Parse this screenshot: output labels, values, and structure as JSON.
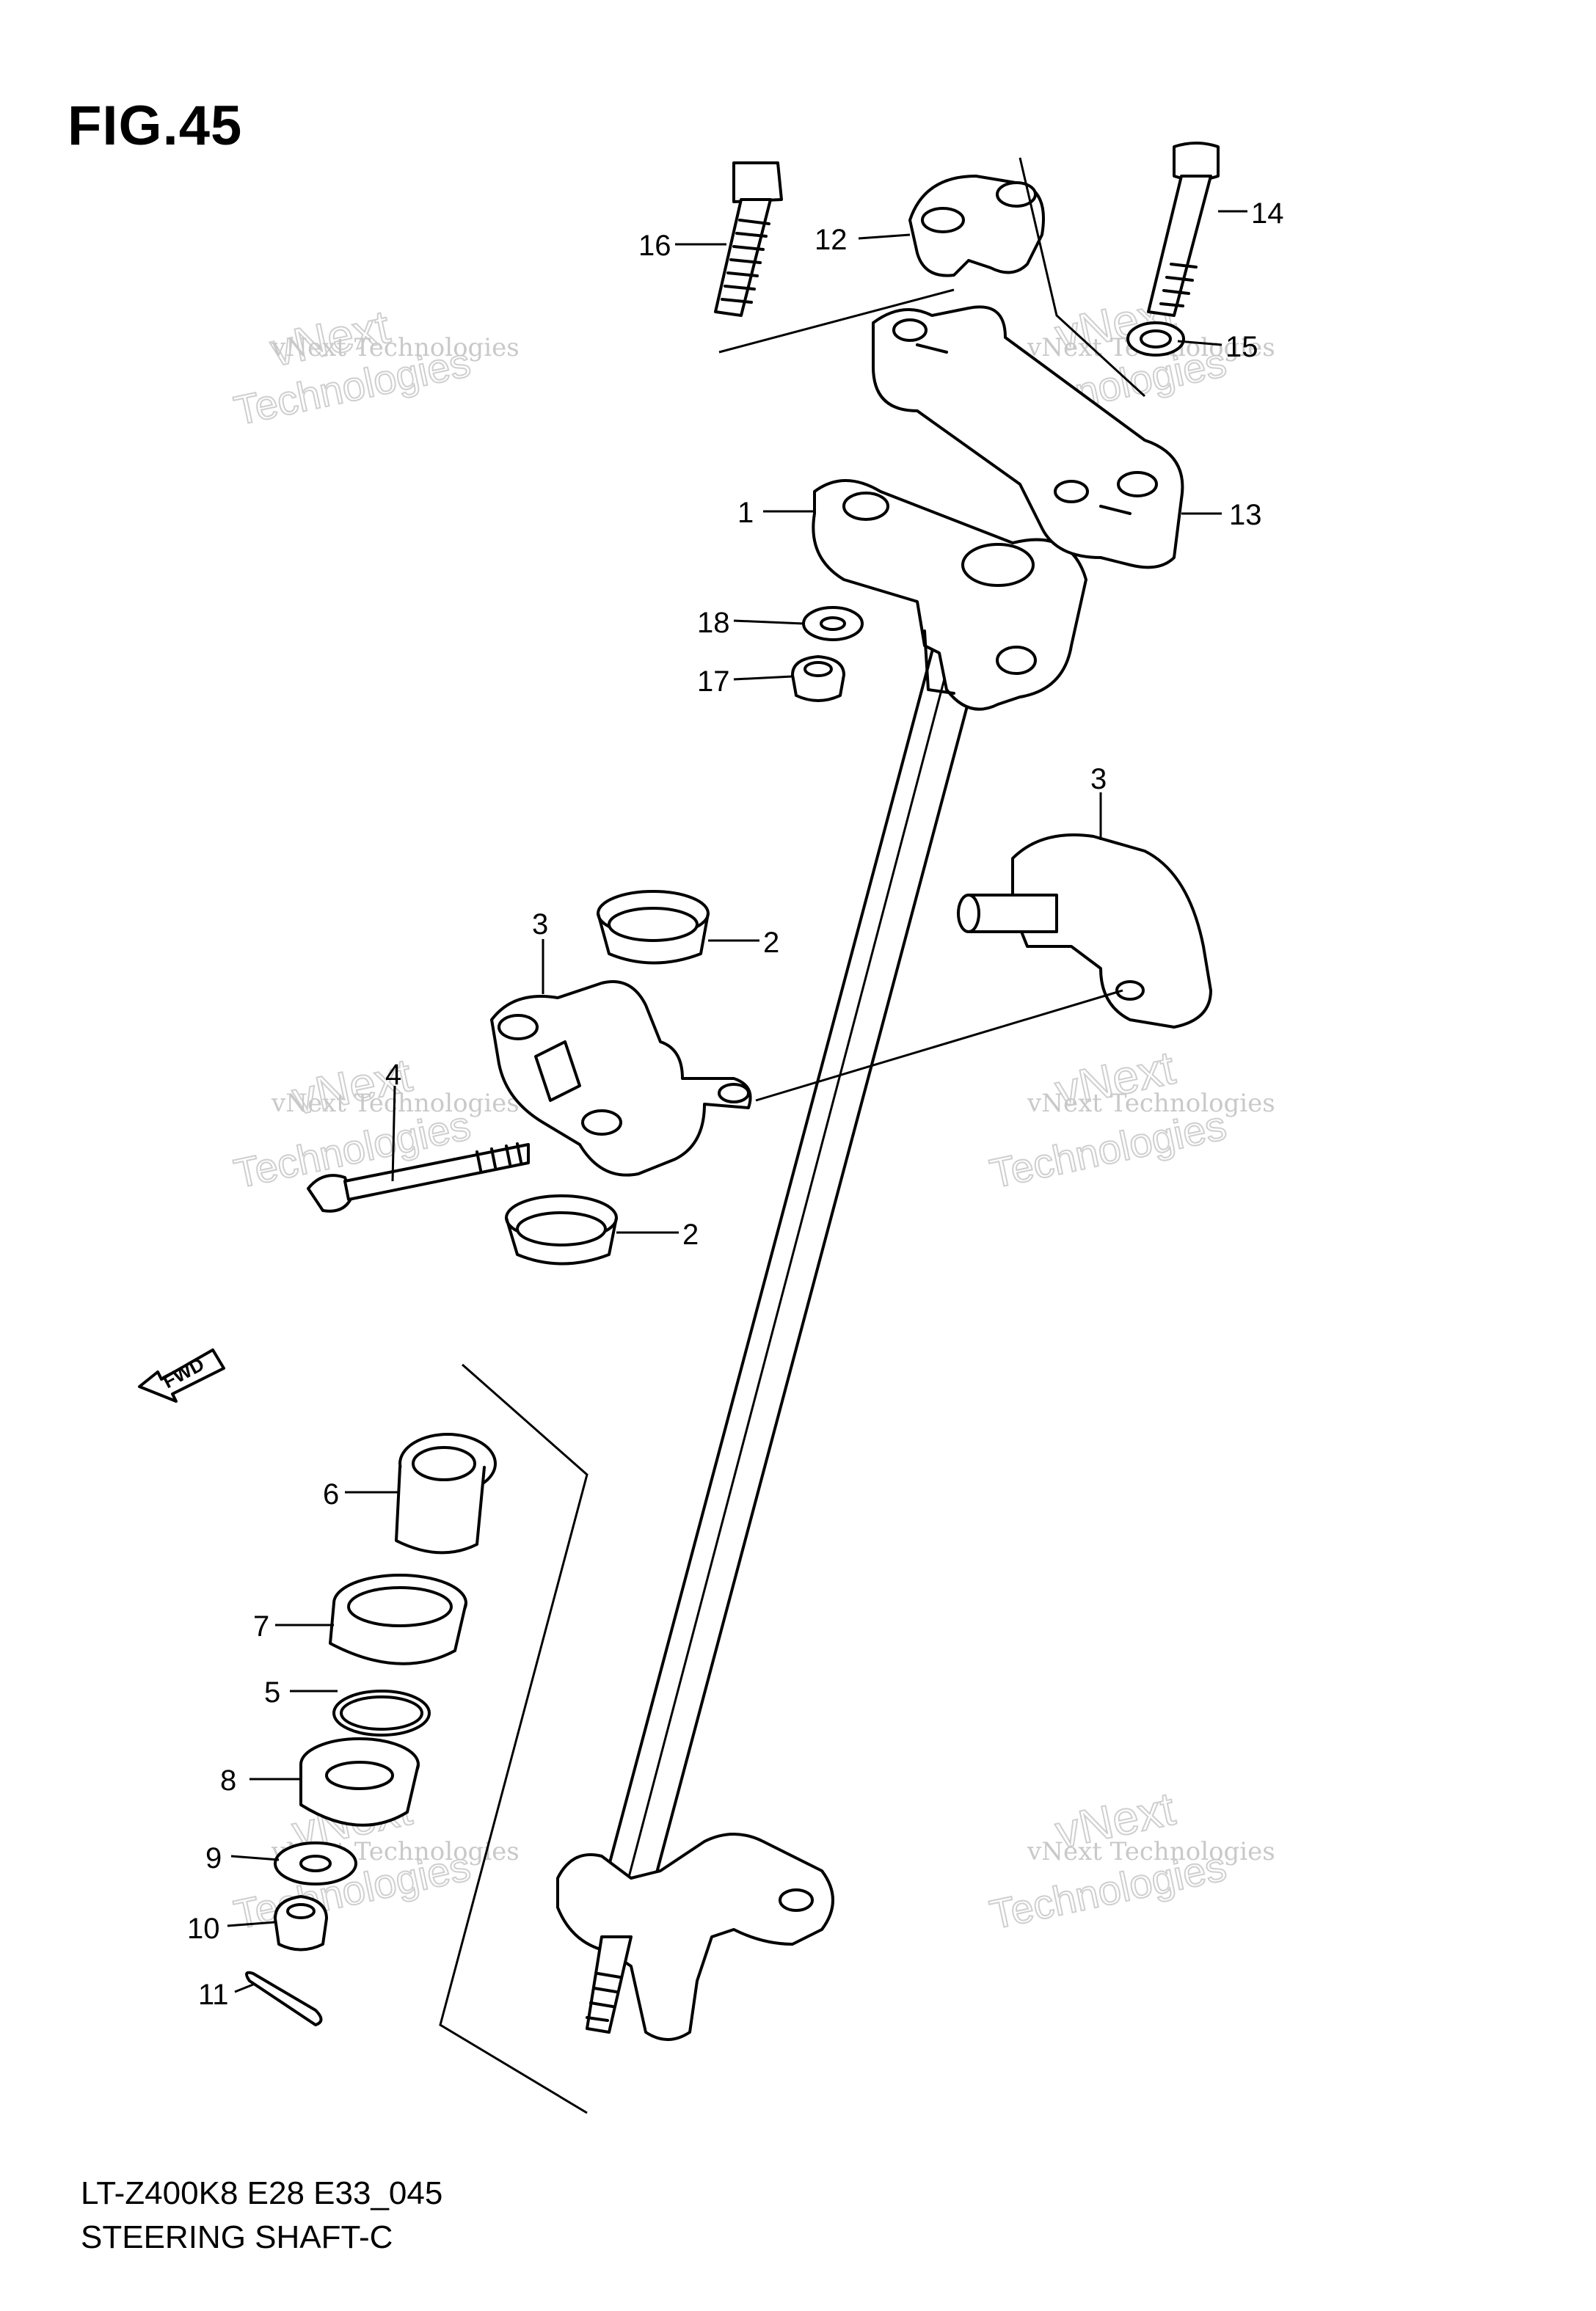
{
  "title": "FIG.45",
  "footer": {
    "line1": "LT-Z400K8 E28 E33_045",
    "line2": "STEERING SHAFT-C"
  },
  "fwd_label": "FWD",
  "watermark": {
    "line1": "vNext Technologies",
    "line2": "vNext",
    "line3": "Technologies"
  },
  "callouts": [
    "1",
    "2",
    "2",
    "3",
    "3",
    "4",
    "5",
    "6",
    "7",
    "8",
    "9",
    "10",
    "11",
    "12",
    "13",
    "14",
    "15",
    "16",
    "17",
    "18"
  ]
}
